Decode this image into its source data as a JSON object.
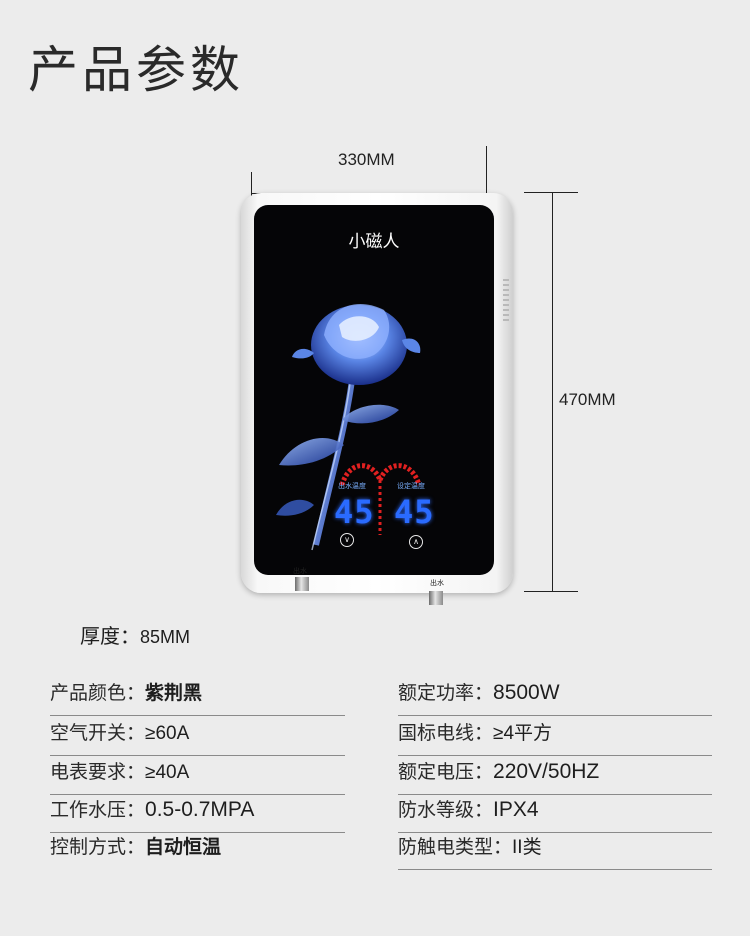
{
  "title": "产品参数",
  "dimensions": {
    "width": "330MM",
    "height": "470MM",
    "thickness_label": "厚度：",
    "thickness_value": "85MM"
  },
  "product": {
    "brand": "小磁人",
    "display_left_label": "出水温度",
    "display_right_label": "设定温度",
    "display_left_value": "45",
    "display_right_value": "45",
    "outlet_left": "出水",
    "outlet_right": "出水",
    "down_icon": "chevron-down-icon",
    "up_icon": "chevron-up-icon"
  },
  "specs_left": [
    {
      "label": "产品颜色：",
      "value": "紫荆黑"
    },
    {
      "label": "空气开关：",
      "value": "≥60A"
    },
    {
      "label": "电表要求：",
      "value": "≥40A"
    },
    {
      "label": "工作水压：",
      "value": "0.5-0.7MPA"
    },
    {
      "label": "控制方式：",
      "value": "自动恒温"
    }
  ],
  "specs_right": [
    {
      "label": "额定功率：",
      "value": "8500W"
    },
    {
      "label": "国标电线：",
      "value": "≥4平方"
    },
    {
      "label": "额定电压：",
      "value": "220V/50HZ"
    },
    {
      "label": "防水等级：",
      "value": "IPX4"
    },
    {
      "label": "防触电类型：",
      "value": "II类"
    }
  ],
  "colors": {
    "background": "#ececec",
    "panel": "#050507",
    "display_blue": "#2a6bff",
    "display_red": "#e02020"
  }
}
